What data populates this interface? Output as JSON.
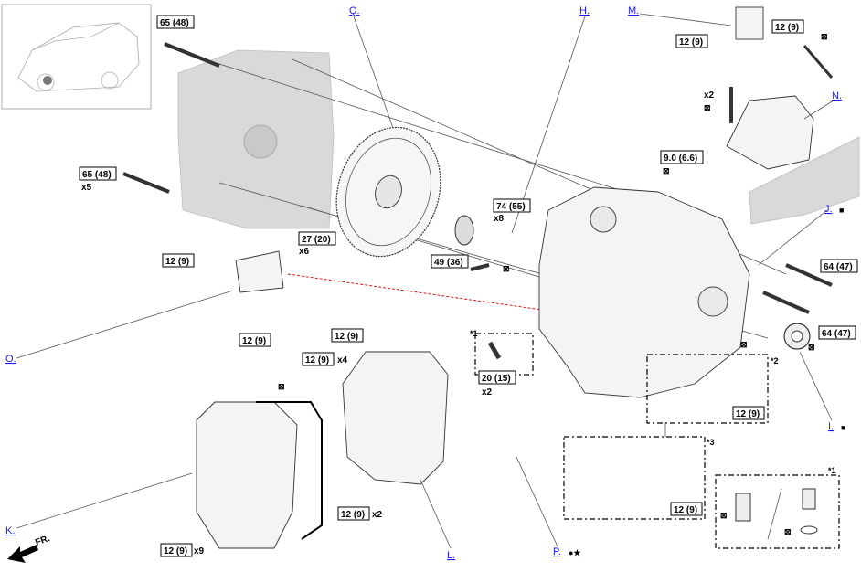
{
  "callouts": {
    "q": "Q.",
    "h": "H.",
    "m": "M.",
    "n": "N.",
    "j": "J.",
    "o": "O.",
    "i": "I.",
    "k": "K.",
    "l": "L.",
    "p": "P."
  },
  "torques": {
    "t_65_a": "65 (48)",
    "t_65_b": "65 (48)",
    "t_74": "74 (55)",
    "t_49": "49 (36)",
    "t_27": "27 (20)",
    "t_12_o1": "12 (9)",
    "t_12_o2": "12 (9)",
    "t_12_l1": "12 (9)",
    "t_12_l2": "12 (9)",
    "t_20": "20 (15)",
    "t_12_m1": "12 (9)",
    "t_12_m2": "12 (9)",
    "t_9": "9.0 (6.6)",
    "t_64_a": "64 (47)",
    "t_64_b": "64 (47)",
    "t_12_d2": "12 (9)",
    "t_12_d3": "12 (9)",
    "t_12_k": "12 (9)",
    "t_12_l3": "12 (9)"
  },
  "quantities": {
    "x5": "x5",
    "x8": "x8",
    "x6": "x6",
    "x4": "x4",
    "x2_a": "x2",
    "x2_b": "x2",
    "x2_c": "x2",
    "x9": "x9"
  },
  "notes": {
    "star1_a": "*1",
    "star1_b": "*1",
    "star2": "*2",
    "star3": "*3",
    "front": "FR."
  },
  "symbols": {
    "replace_mark": "⊠",
    "p_symbols": "●★",
    "filled_square": "■"
  }
}
